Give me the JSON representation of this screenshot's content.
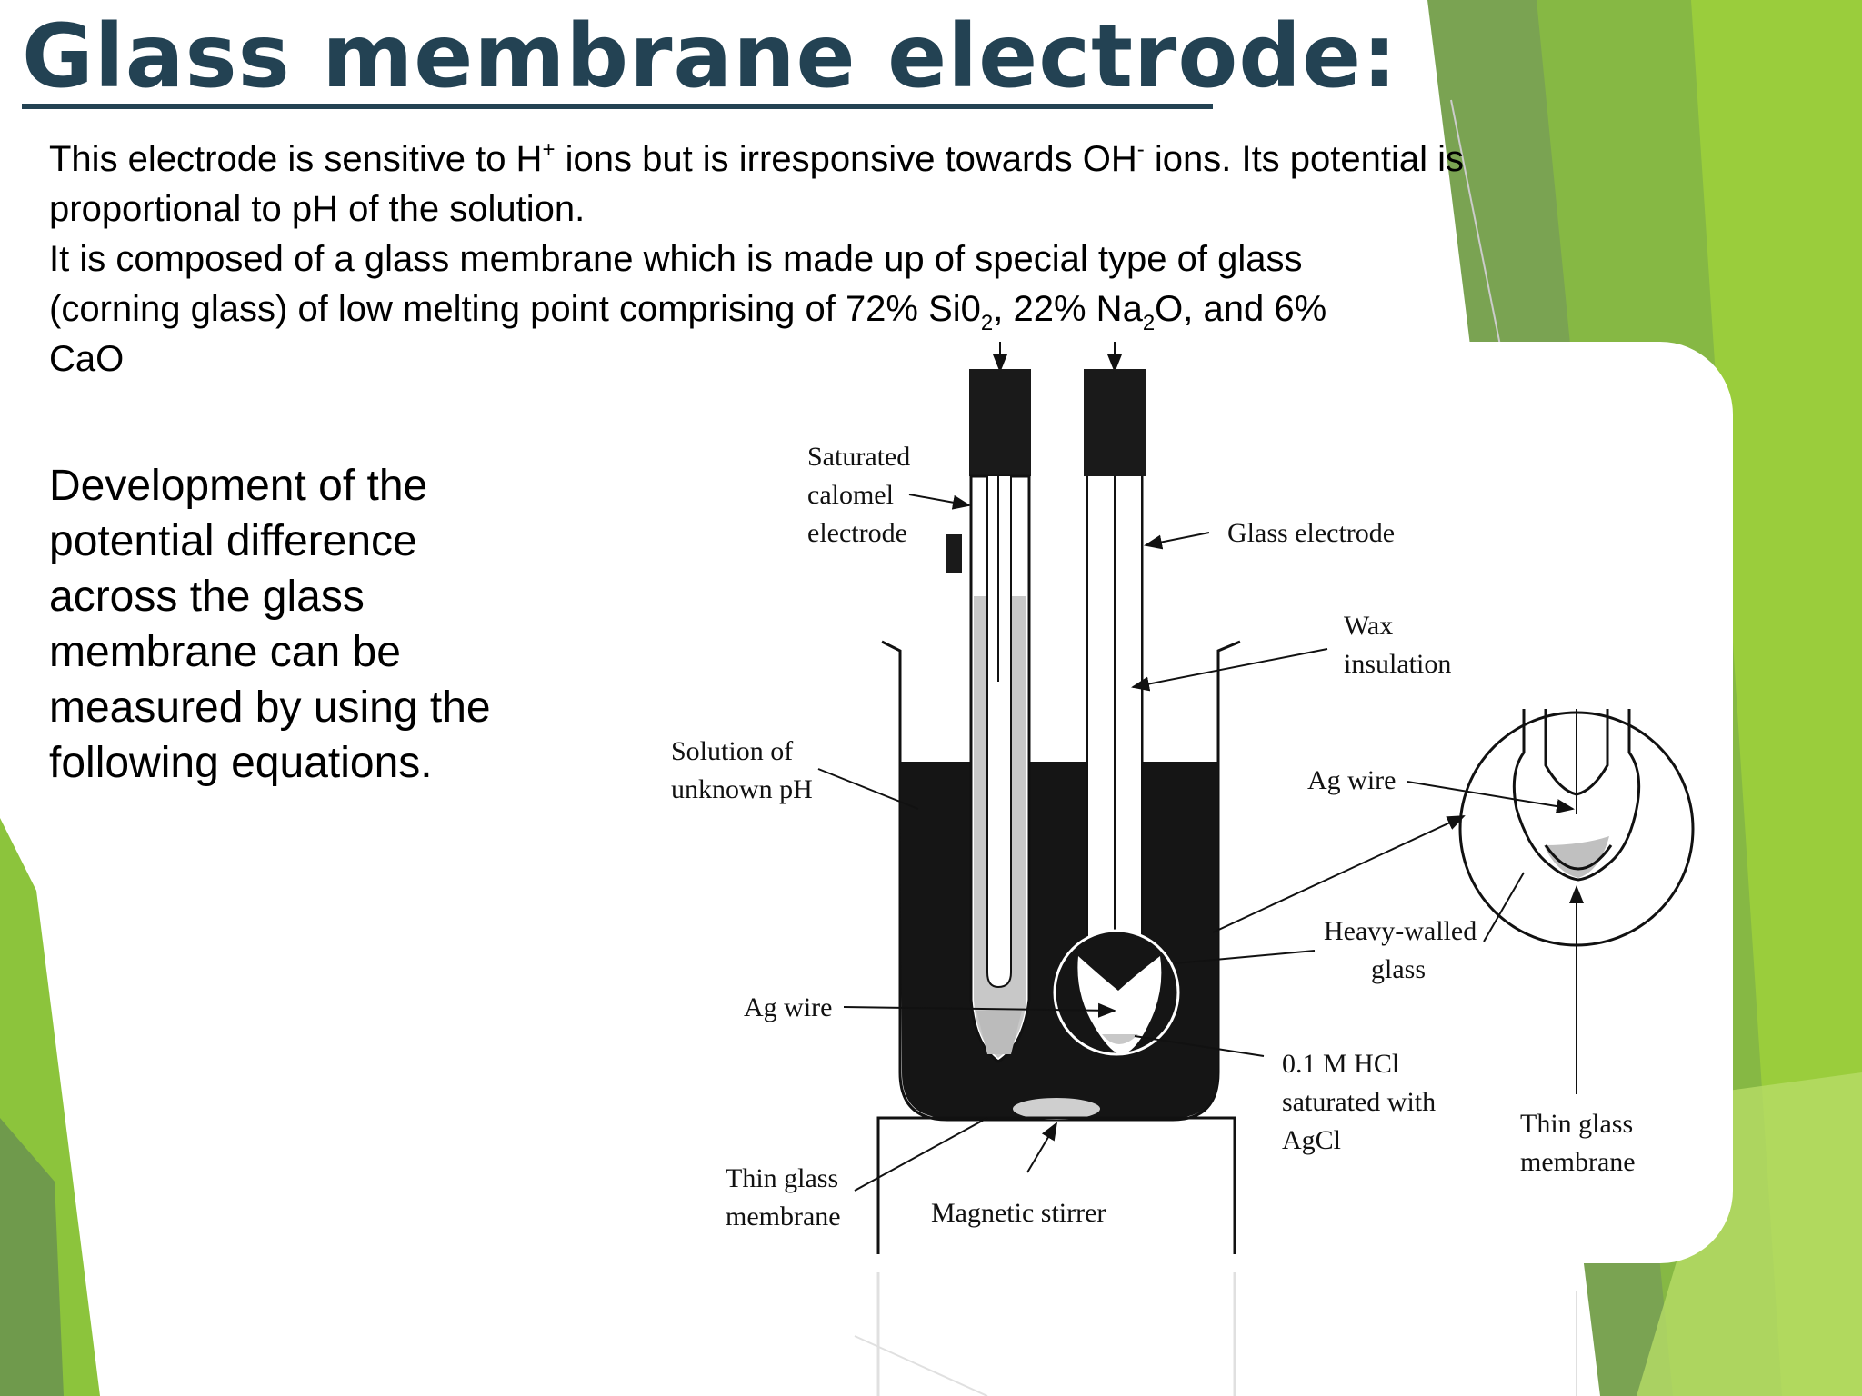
{
  "slide": {
    "title": "Glass membrane electrode:",
    "intro": {
      "line1_a": "This electrode is sensitive to H",
      "line1_sup1": "+",
      "line1_b": " ions but is irresponsive towards OH",
      "line1_sup2": "-",
      "line1_c": " ions. Its potential is proportional to pH of the solution.",
      "line2_a": " It is composed of a glass membrane which is made up of special type of glass (corning glass) of low melting point comprising of 72% Si0",
      "line2_sub1": "2",
      "line2_b": ", 22% Na",
      "line2_sub2": "2",
      "line2_c": "O, and 6% CaO"
    },
    "side_text": "Development of the potential difference across the glass membrane can be measured by using the following equations."
  },
  "diagram": {
    "labels": {
      "saturated_calomel_1": "Saturated",
      "saturated_calomel_2": "calomel",
      "saturated_calomel_3": "electrode",
      "glass_electrode": "Glass electrode",
      "wax_1": "Wax",
      "wax_2": "insulation",
      "solution_1": "Solution of",
      "solution_2": "unknown pH",
      "ag_wire_right": "Ag wire",
      "ag_wire_left": "Ag wire",
      "heavy_walled_1": "Heavy-walled",
      "heavy_walled_2": "glass",
      "hcl_1": "0.1 M HCl",
      "hcl_2": "saturated with",
      "hcl_3": "AgCl",
      "thin_glass_left_1": "Thin glass",
      "thin_glass_left_2": "membrane",
      "magnetic_stirrer": "Magnetic stirrer",
      "thin_glass_right_1": "Thin glass",
      "thin_glass_right_2": "membrane"
    }
  },
  "colors": {
    "title": "#234253",
    "green_dark": "#6f9a4c",
    "green_bright": "#8cc43c",
    "solution": "#151515"
  }
}
